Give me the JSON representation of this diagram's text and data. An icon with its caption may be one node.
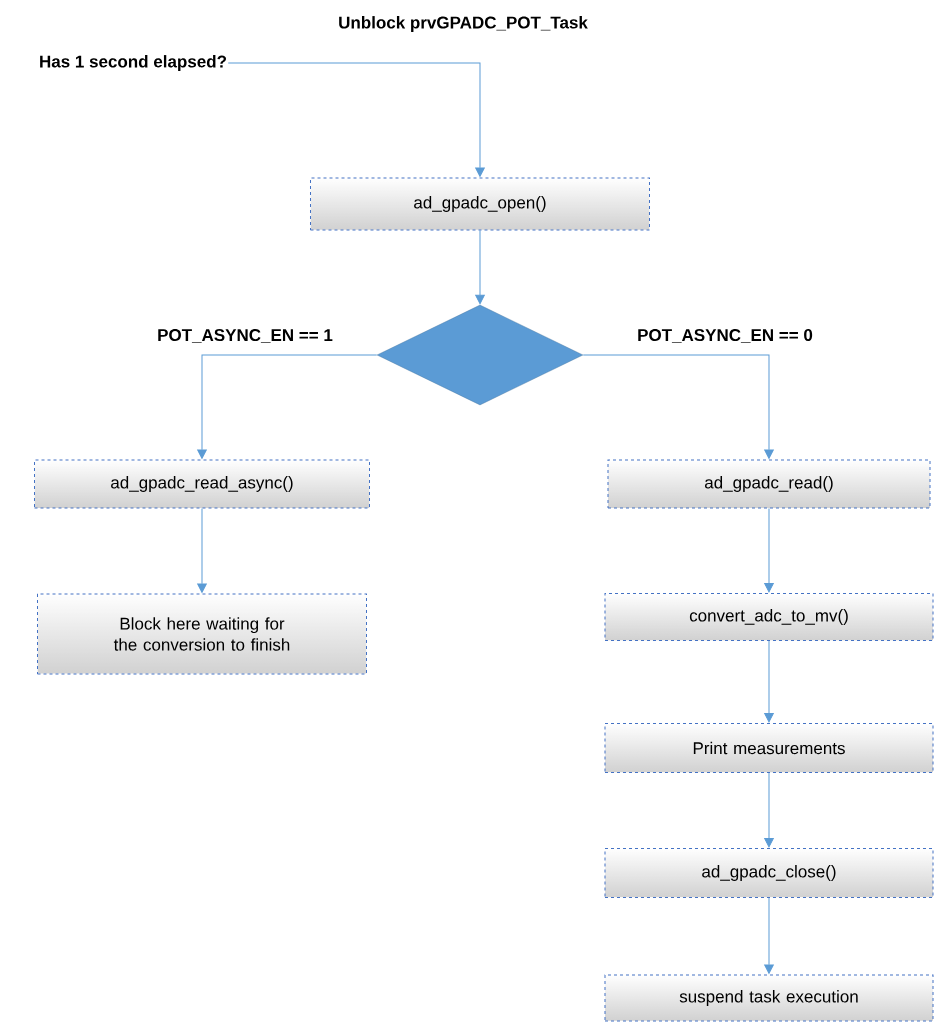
{
  "diagram": {
    "title": "Unblock prvGPADC_POT_Task",
    "nodes": [
      {
        "text": [
          "Has 1 second elapsed?"
        ]
      },
      {
        "text": [
          "ad_gpadc_open()"
        ]
      },
      {
        "text": [],
        "shape": "diamond"
      },
      {
        "text": [
          "ad_gpadc_read_async()"
        ]
      },
      {
        "text": [
          "Block here waiting for the conversion to finish"
        ]
      },
      {
        "text": [
          "ad_gpadc_read()"
        ]
      },
      {
        "text": [
          "convert_adc_to_mv()"
        ]
      },
      {
        "text": [
          "Print measurements"
        ]
      },
      {
        "text": [
          "ad_gpadc_close()"
        ]
      },
      {
        "text": [
          "suspend task execution"
        ]
      }
    ],
    "edges": [
      {
        "from": 0,
        "to": 1,
        "arrow": "to"
      },
      {
        "from": 1,
        "to": 2,
        "arrow": "to"
      },
      {
        "from": 2,
        "to": 3,
        "arrow": "to",
        "label": "POT_ASYNC_EN == 1"
      },
      {
        "from": 2,
        "to": 5,
        "arrow": "to",
        "label": "POT_ASYNC_EN == 0"
      },
      {
        "from": 3,
        "to": 4,
        "arrow": "to"
      },
      {
        "from": 5,
        "to": 6,
        "arrow": "to"
      },
      {
        "from": 6,
        "to": 7,
        "arrow": "to"
      },
      {
        "from": 7,
        "to": 8,
        "arrow": "to"
      },
      {
        "from": 8,
        "to": 9,
        "arrow": "to"
      }
    ]
  }
}
